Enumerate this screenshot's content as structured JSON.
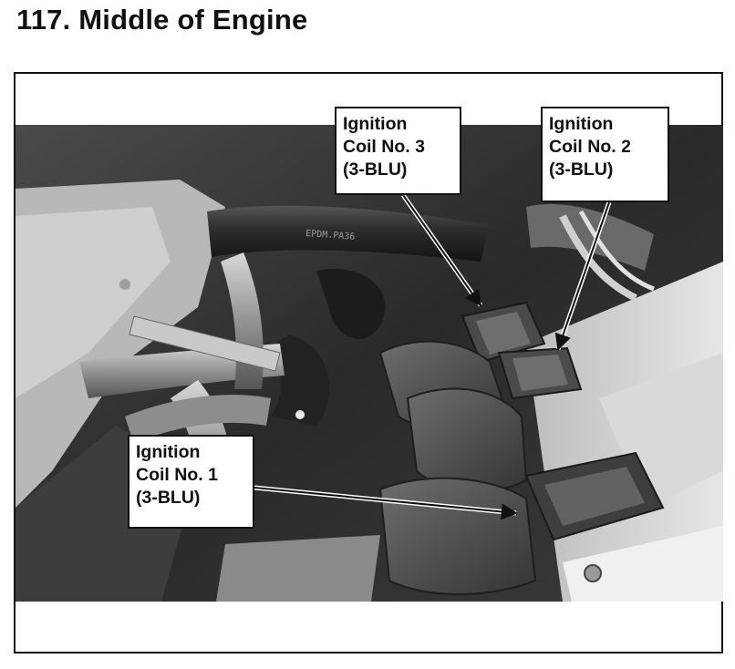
{
  "page": {
    "title": "117.  Middle of Engine"
  },
  "figure": {
    "callouts": [
      {
        "id": "coil-3",
        "lines": [
          "Ignition",
          "Coil No. 3",
          "(3-BLU)"
        ]
      },
      {
        "id": "coil-2",
        "lines": [
          "Ignition",
          "Coil No. 2",
          "(3-BLU)"
        ]
      },
      {
        "id": "coil-1",
        "lines": [
          "Ignition",
          "Coil No. 1",
          "(3-BLU)"
        ]
      }
    ],
    "hose_marking": "EPDM.PA36"
  }
}
